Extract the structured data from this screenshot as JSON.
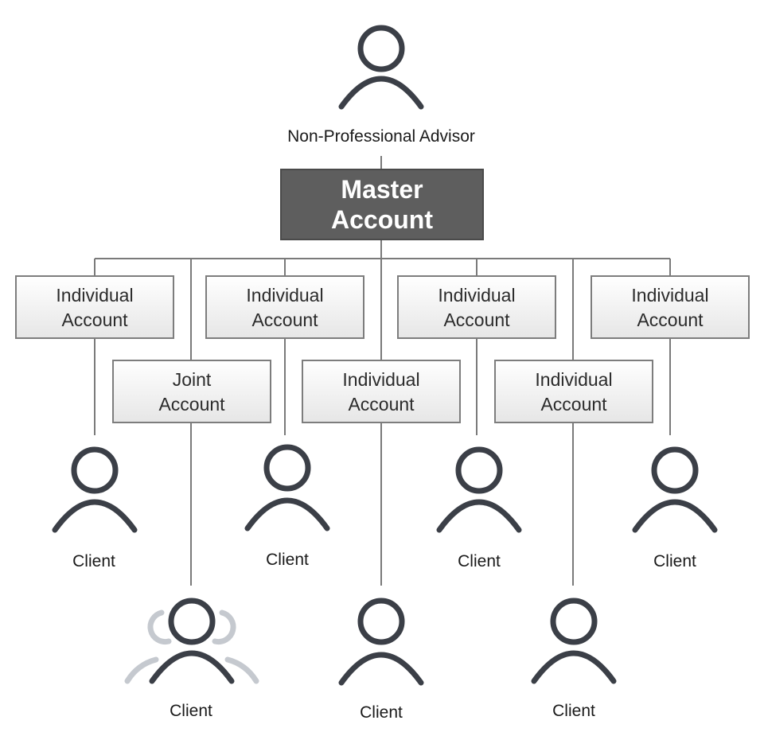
{
  "advisor": {
    "label": "Non-Professional Advisor",
    "icon": "person-icon"
  },
  "master": {
    "line1": "Master",
    "line2": "Account",
    "fill_color": "#5e5e5e"
  },
  "accounts_top": [
    {
      "line1": "Individual",
      "line2": "Account"
    },
    {
      "line1": "Individual",
      "line2": "Account"
    },
    {
      "line1": "Individual",
      "line2": "Account"
    },
    {
      "line1": "Individual",
      "line2": "Account"
    }
  ],
  "accounts_bottom": [
    {
      "line1": "Joint",
      "line2": "Account"
    },
    {
      "line1": "Individual",
      "line2": "Account"
    },
    {
      "line1": "Individual",
      "line2": "Account"
    }
  ],
  "clients_top": [
    {
      "label": "Client",
      "icon": "person-icon"
    },
    {
      "label": "Client",
      "icon": "person-icon"
    },
    {
      "label": "Client",
      "icon": "person-icon"
    },
    {
      "label": "Client",
      "icon": "person-icon"
    }
  ],
  "clients_bottom": [
    {
      "label": "Client",
      "icon": "group-icon"
    },
    {
      "label": "Client",
      "icon": "person-icon"
    },
    {
      "label": "Client",
      "icon": "person-icon"
    }
  ],
  "colors": {
    "icon": "#3b3f47",
    "ghost_icon": "#c5c9cf",
    "connector": "#7a7a7a"
  }
}
